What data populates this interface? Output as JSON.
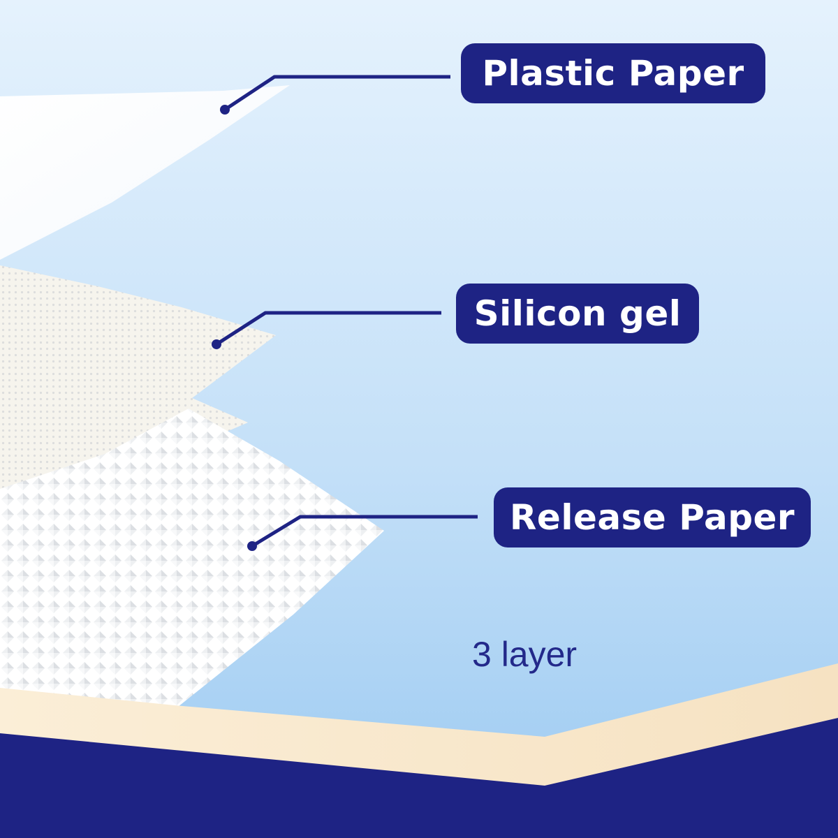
{
  "labels": {
    "plastic_paper": "Plastic Paper",
    "silicon_gel": "Silicon gel",
    "release_paper": "Release Paper"
  },
  "caption": "3 layer",
  "colors": {
    "navy": "#1e2384",
    "sky_top": "#e3f1fc",
    "sky_bottom": "#9fcbf2",
    "cream": "#f9e8cd",
    "sheet_white": "#ffffff",
    "gel_tint": "#f3efe4"
  }
}
